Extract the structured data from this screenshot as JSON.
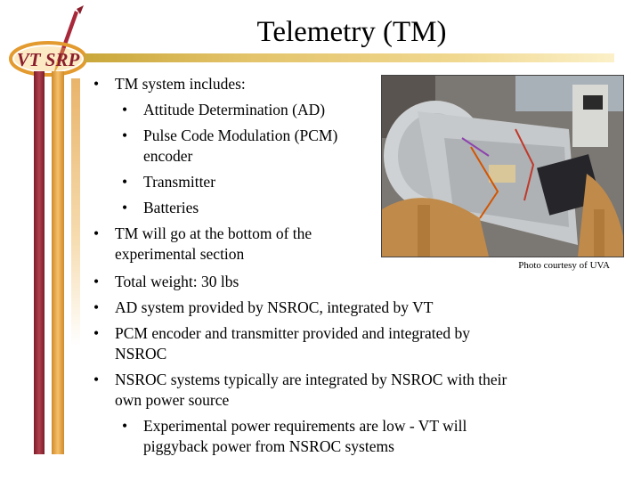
{
  "slide": {
    "title": "Telemetry (TM)",
    "logo_text": "VT SRP",
    "photo_caption": "Photo courtesy of UVA",
    "bullet_glyph": "•",
    "bullets": [
      {
        "level": 1,
        "lines": [
          "TM system includes:"
        ]
      },
      {
        "level": 2,
        "lines": [
          "Attitude Determination (AD)"
        ]
      },
      {
        "level": 2,
        "lines": [
          "Pulse Code Modulation (PCM)",
          "encoder"
        ]
      },
      {
        "level": 2,
        "lines": [
          "Transmitter"
        ]
      },
      {
        "level": 2,
        "lines": [
          "Batteries"
        ]
      },
      {
        "level": 1,
        "lines": [
          "TM will go at the bottom of the",
          "experimental section"
        ]
      },
      {
        "level": 1,
        "lines": [
          "Total weight: 30 lbs"
        ]
      },
      {
        "level": 1,
        "lines": [
          "AD system provided by NSROC, integrated by VT"
        ]
      },
      {
        "level": 1,
        "lines": [
          "PCM encoder and transmitter provided and integrated by",
          "NSROC"
        ]
      },
      {
        "level": 1,
        "lines": [
          "NSROC systems typically are integrated by NSROC with their",
          "own power source"
        ]
      },
      {
        "level": 2,
        "lines": [
          "Experimental power requirements are low - VT will",
          "piggyback power from NSROC systems"
        ]
      }
    ]
  },
  "colors": {
    "maroon": "#7a1e2a",
    "gold": "#e3a33a",
    "orange": "#f5a623"
  },
  "icons": {
    "logo": "vt-srp-rocket-logo",
    "photo": "telemetry-hardware-photo"
  }
}
